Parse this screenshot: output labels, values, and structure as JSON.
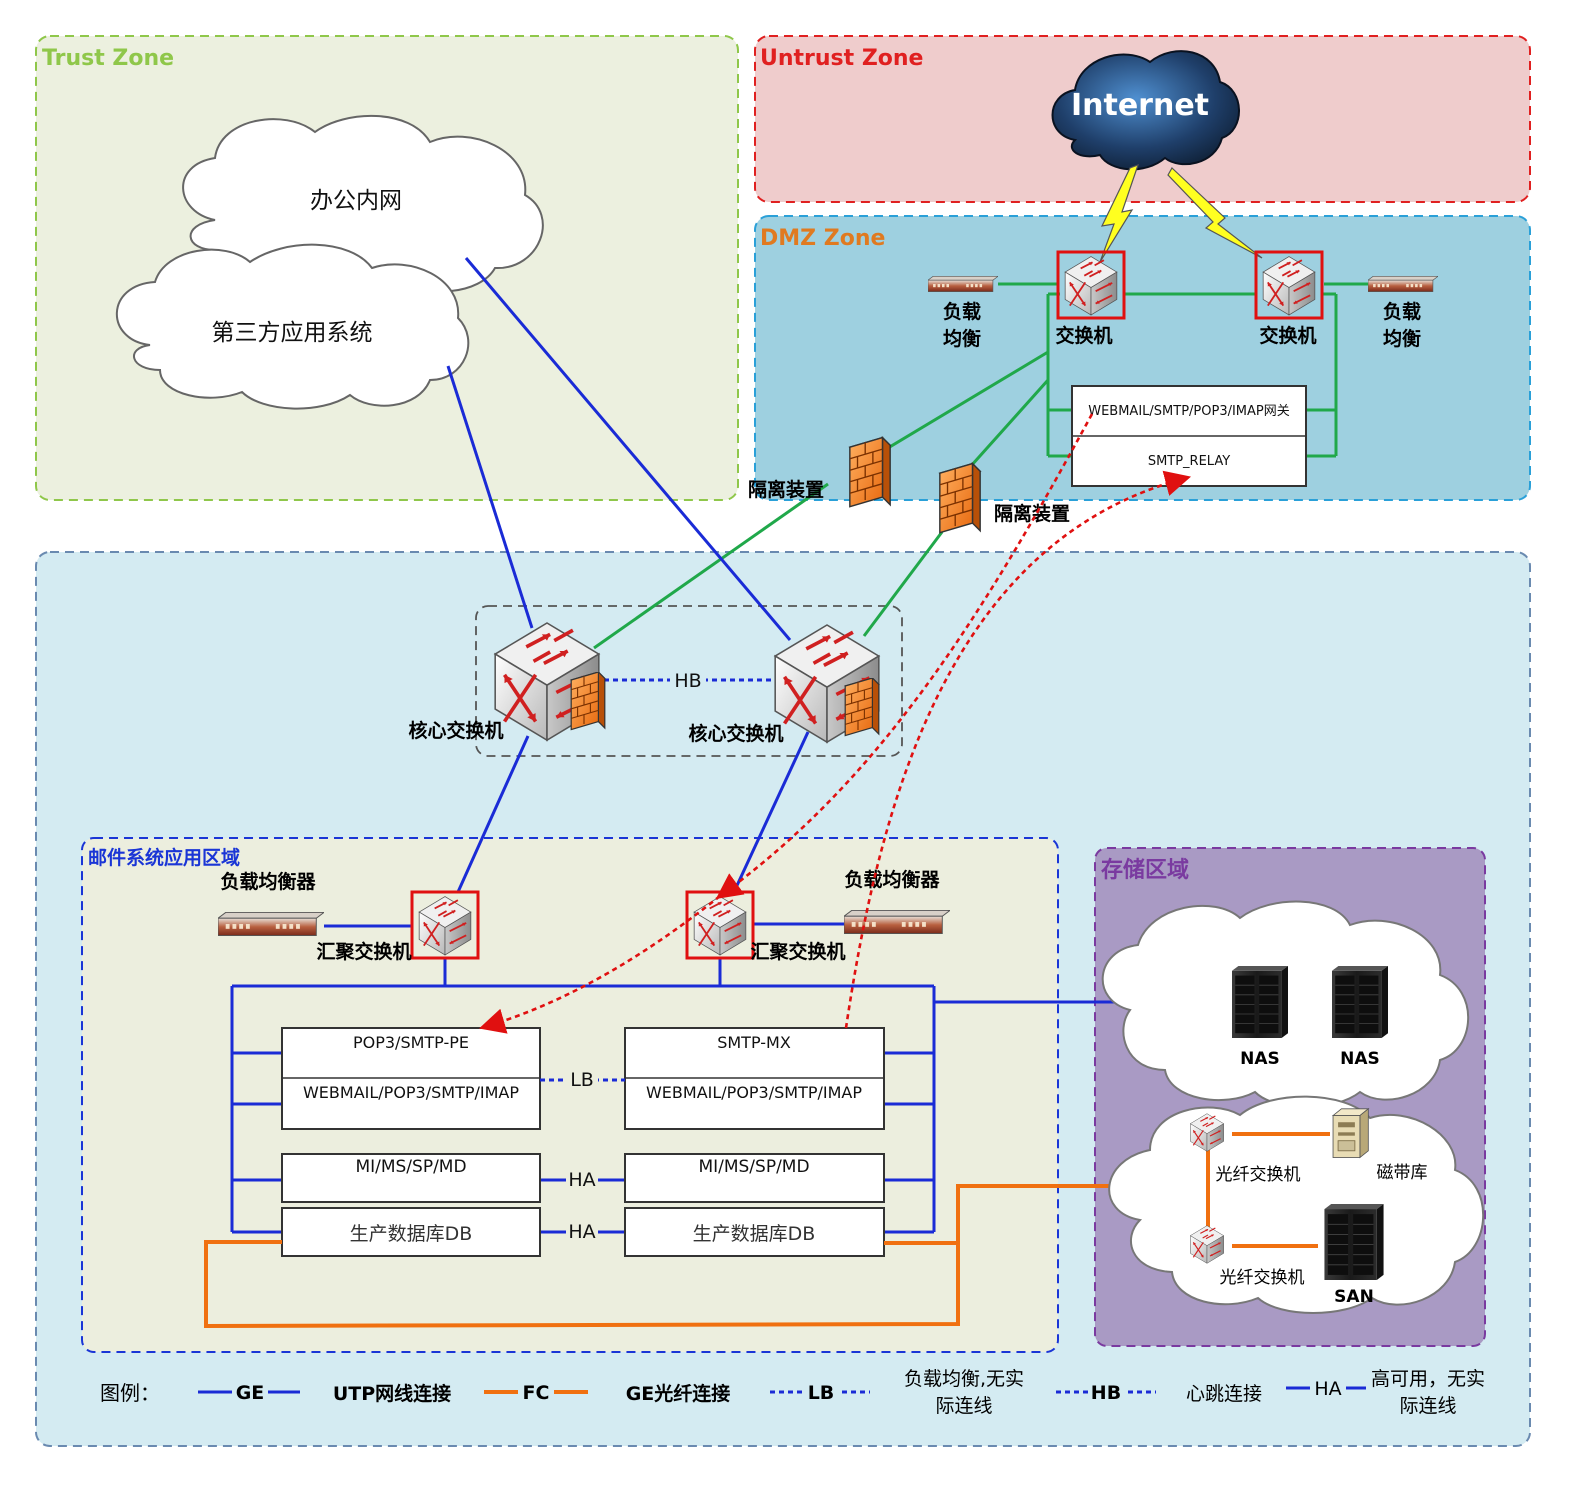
{
  "zones": {
    "trust": {
      "title": "Trust Zone",
      "color": "#8fc74a"
    },
    "untrust": {
      "title": "Untrust Zone",
      "color": "#e02020"
    },
    "dmz": {
      "title": "DMZ Zone",
      "color": "#e07a20"
    },
    "mail": {
      "title": "邮件系统应用区域",
      "color": "#1a35d6"
    },
    "storage": {
      "title": "存储区域",
      "color": "#7a3aa0"
    }
  },
  "clouds": {
    "office": "办公内网",
    "thirdparty": "第三方应用系统",
    "internet": "Internet"
  },
  "dmz": {
    "lb_left": [
      "负载",
      "均衡"
    ],
    "lb_right": [
      "负载",
      "均衡"
    ],
    "switch_left": "交换机",
    "switch_right": "交换机",
    "gateway_box": "WEBMAIL/SMTP/POP3/IMAP网关",
    "relay_box": "SMTP_RELAY"
  },
  "isolation": {
    "left": "隔离装置",
    "right": "隔离装置"
  },
  "core": {
    "left": "核心交换机",
    "right": "核心交换机",
    "hb": "HB"
  },
  "mail_area": {
    "lb_left": "负载均衡器",
    "lb_right": "负载均衡器",
    "agg_left": "汇聚交换机",
    "agg_right": "汇聚交换机",
    "pop3_pe": "POP3/SMTP-PE",
    "webmail_left": "WEBMAIL/POP3/SMTP/IMAP",
    "smtp_mx": "SMTP-MX",
    "webmail_right": "WEBMAIL/POP3/SMTP/IMAP",
    "lb": "LB",
    "mi_left": "MI/MS/SP/MD",
    "mi_right": "MI/MS/SP/MD",
    "ha1": "HA",
    "db_left": "生产数据库DB",
    "db_right": "生产数据库DB",
    "ha2": "HA"
  },
  "storage": {
    "nas1": "NAS",
    "nas2": "NAS",
    "fc_switch1": "光纤交换机",
    "fc_switch2": "光纤交换机",
    "tape": "磁带库",
    "san": "SAN"
  },
  "legend": {
    "title": "图例：",
    "ge": "GE",
    "ge_desc": "UTP网线连接",
    "fc": "FC",
    "fc_desc": "GE光纤连接",
    "lb": "LB",
    "lb_desc": [
      "负载均衡,无实",
      "际连线"
    ],
    "hb": "HB",
    "hb_desc": "心跳连接",
    "ha": "HA",
    "ha_desc": [
      "高可用，无实",
      "际连线"
    ]
  },
  "colors": {
    "ge_line": "#1a2bd6",
    "fc_line": "#f07010",
    "green_line": "#20a84a",
    "red_dotted": "#e01010",
    "trust_fill": "#ecf0df",
    "untrust_fill": "#efcccc",
    "dmz_fill": "#9ed0e0",
    "inner_fill": "#d4ebf2",
    "mail_fill": "#eceede",
    "storage_fill": "#a99ac4"
  }
}
